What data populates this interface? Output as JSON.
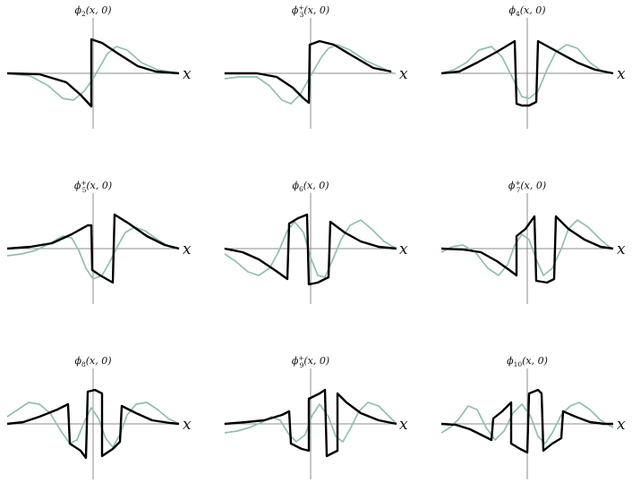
{
  "panels": [
    {
      "title": {
        "base": "ϕ",
        "sub": "2",
        "sup": "",
        "arg": "(x, 0)"
      },
      "xlabel": "x",
      "curves": {
        "dark": "phi2",
        "light": "phi2"
      }
    },
    {
      "title": {
        "base": "ϕ",
        "sub": "3",
        "sup": "+",
        "arg": "(x, 0)"
      },
      "xlabel": "x",
      "curves": {
        "dark": "phi3",
        "light": "phi3"
      }
    },
    {
      "title": {
        "base": "ϕ",
        "sub": "4",
        "sup": "",
        "arg": "(x, 0)"
      },
      "xlabel": "x",
      "curves": {
        "dark": "phi4",
        "light": "phi4"
      }
    },
    {
      "title": {
        "base": "ϕ",
        "sub": "5",
        "sup": "+",
        "arg": "(x, 0)"
      },
      "xlabel": "x",
      "curves": {
        "dark": "phi5",
        "light": "phi5"
      }
    },
    {
      "title": {
        "base": "ϕ",
        "sub": "6",
        "sup": "",
        "arg": "(x, 0)"
      },
      "xlabel": "x",
      "curves": {
        "dark": "phi6",
        "light": "phi6"
      }
    },
    {
      "title": {
        "base": "ϕ",
        "sub": "7",
        "sup": "+",
        "arg": "(x, 0)"
      },
      "xlabel": "x",
      "curves": {
        "dark": "phi7",
        "light": "phi7"
      }
    },
    {
      "title": {
        "base": "ϕ",
        "sub": "8",
        "sup": "",
        "arg": "(x, 0)"
      },
      "xlabel": "x",
      "curves": {
        "dark": "phi8",
        "light": "phi8"
      }
    },
    {
      "title": {
        "base": "ϕ",
        "sub": "9",
        "sup": "+",
        "arg": "(x, 0)"
      },
      "xlabel": "x",
      "curves": {
        "dark": "phi9",
        "light": "phi9"
      }
    },
    {
      "title": {
        "base": "ϕ",
        "sub": "10",
        "sup": "",
        "arg": "(x, 0)"
      },
      "xlabel": "x",
      "curves": {
        "dark": "phi10",
        "light": "phi10"
      }
    }
  ],
  "colors": {
    "dark": "#000000",
    "light": "#8fbfb2",
    "axis": "#8c8c8c"
  }
}
